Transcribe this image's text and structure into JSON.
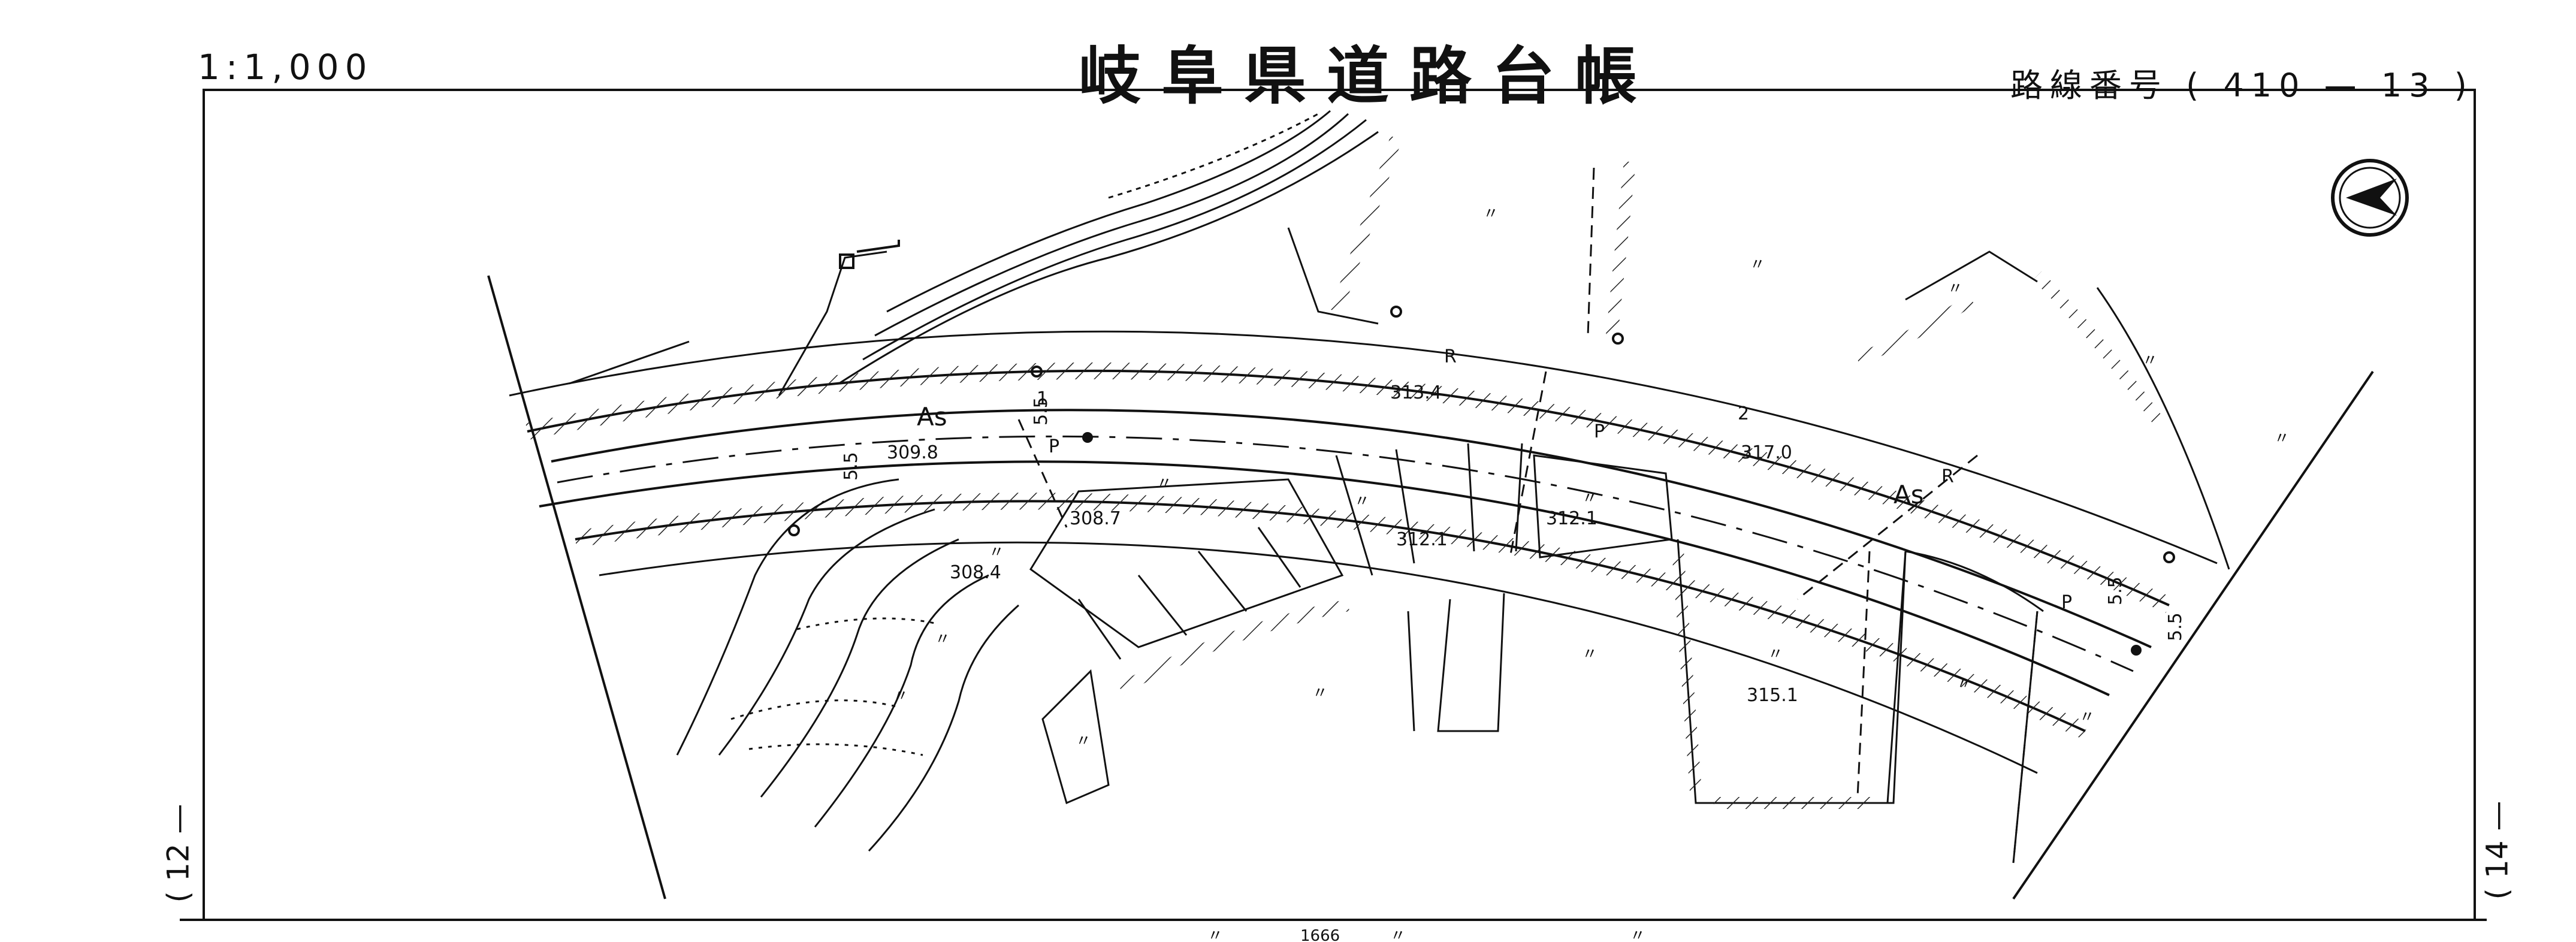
{
  "header": {
    "scale": "1:1,000",
    "title": "岐阜県道路台帳",
    "route_label": "路線番号",
    "route_open": "(",
    "route_major": "410",
    "route_dash": "—",
    "route_minor": "13",
    "route_close": ")"
  },
  "adjacent_sheets": {
    "left": "( 12 —",
    "right": "( 14 —"
  },
  "map_labels": {
    "surface_as": "As",
    "width_55": "5.5",
    "elev_3098": "309.8",
    "elev_3087": "308.7",
    "elev_3084": "308.4",
    "elev_3134": "313.4",
    "elev_3121a": "312.1",
    "elev_3121b": "312.1",
    "elev_3170": "317.0",
    "elev_3151": "315.1",
    "p_mark": "P",
    "r_mark": "R",
    "num_1": "1",
    "num_2": "2",
    "num_1666": "1666",
    "field_mark": "〃"
  }
}
